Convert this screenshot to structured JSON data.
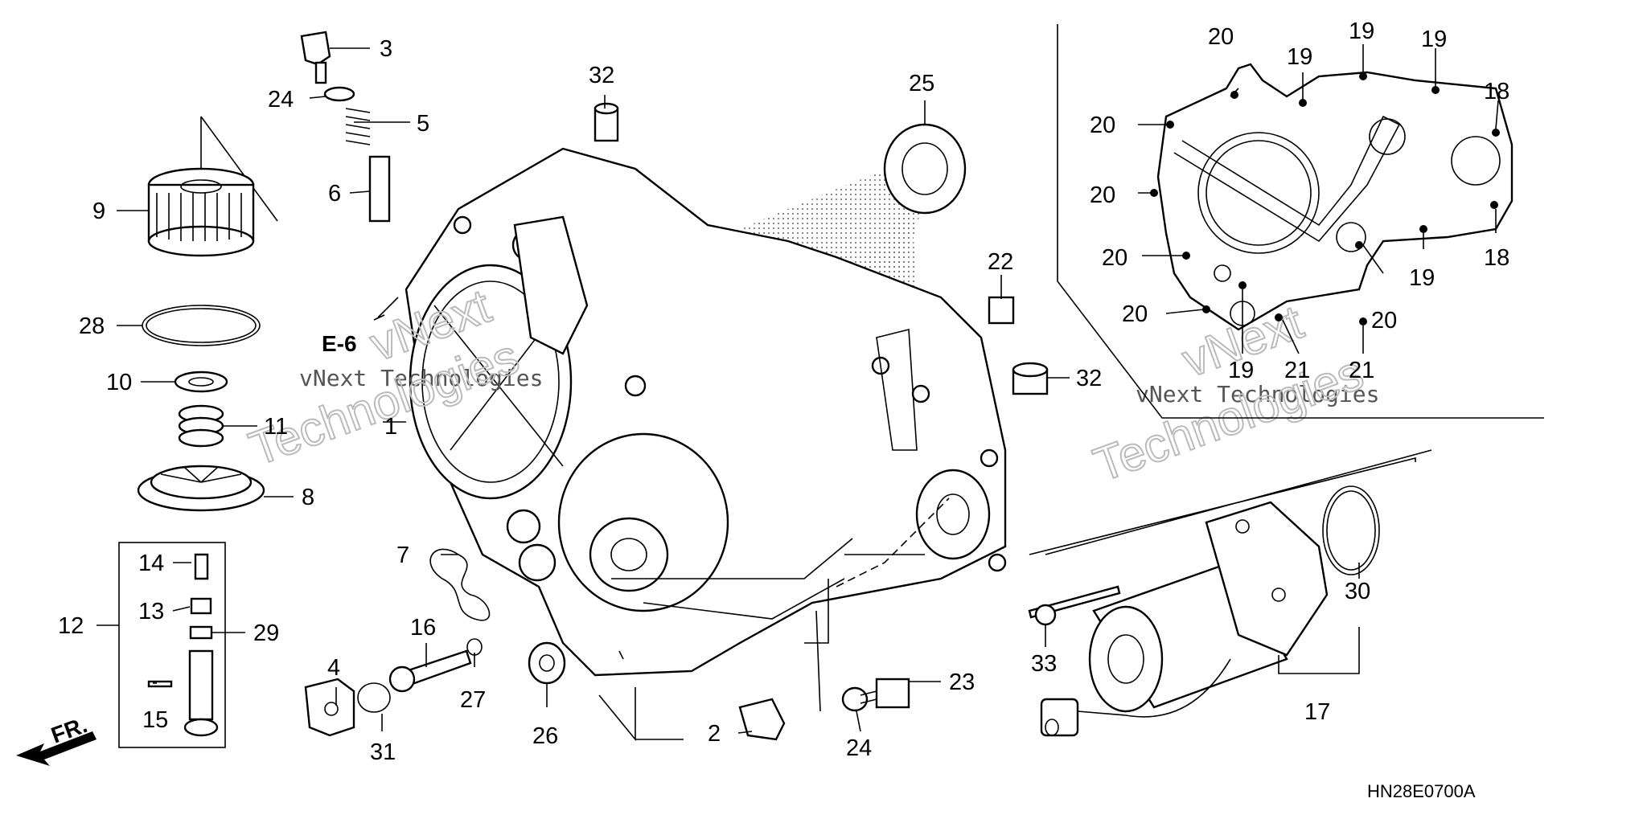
{
  "diagram": {
    "code": "HN28E0700A",
    "ref_label": "E-6",
    "direction_label": "FR.",
    "watermark": [
      "vNext Technologies",
      "vNext",
      "Technologies"
    ],
    "callouts": {
      "c1": "1",
      "c2": "2",
      "c3": "3",
      "c4": "4",
      "c5": "5",
      "c6": "6",
      "c7": "7",
      "c8": "8",
      "c9": "9",
      "c10": "10",
      "c11": "11",
      "c12": "12",
      "c13": "13",
      "c14": "14",
      "c15": "15",
      "c16": "16",
      "c17": "17",
      "c18": "18",
      "c19": "19",
      "c20": "20",
      "c21": "21",
      "c22": "22",
      "c23": "23",
      "c24": "24",
      "c25": "25",
      "c26": "26",
      "c27": "27",
      "c28": "28",
      "c29": "29",
      "c30": "30",
      "c31": "31",
      "c32": "32",
      "c33": "33"
    }
  }
}
